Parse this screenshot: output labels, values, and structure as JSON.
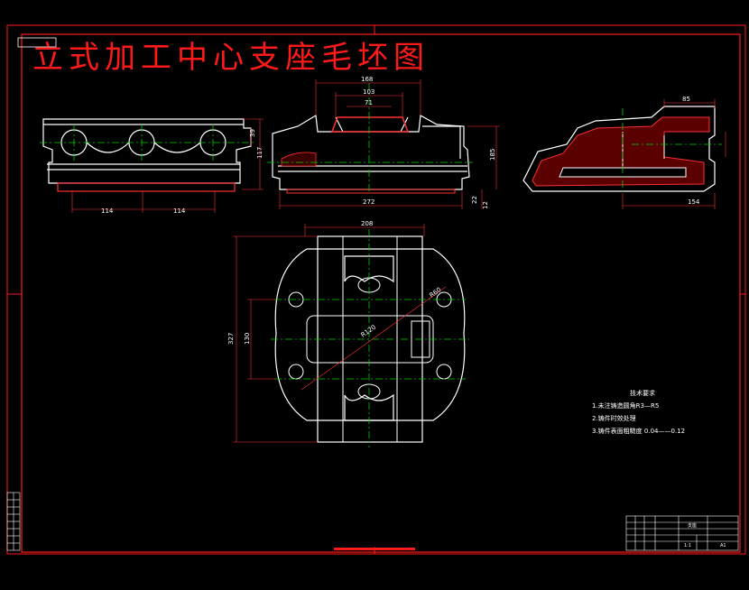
{
  "drawing": {
    "title": "立式加工中心支座毛坯图"
  },
  "dimensions": {
    "view_right_top_width": "168",
    "view_right_mid_width": "103",
    "view_right_inner_width": "71",
    "view_right_base_width": "272",
    "view_right_height_a": "185",
    "view_right_height_b": "22",
    "view_right_height_c": "12",
    "view_left_half_a": "114",
    "view_left_half_b": "114",
    "view_left_height_a": "117",
    "view_left_height_b": "39",
    "view_section_top": "85",
    "view_section_base": "154",
    "plan_width": "208",
    "plan_height_outer": "327",
    "plan_height_inner": "130",
    "plan_diag": "R120",
    "plan_diag_b": "R60"
  },
  "notes": {
    "heading": "技术要求",
    "line1": "1.未注铸造圆角R3—R5",
    "line2": "2.铸件时效处理",
    "line3": "3.铸件表面粗糙度 0.04——0.12"
  },
  "title_block": {
    "name": "支座",
    "scale": "1:1",
    "sheet": "A1"
  },
  "colors": {
    "border": "#ff1a1a",
    "outline": "#ffffff",
    "center_line": "#00d000",
    "section": "#ff3030",
    "dimension": "#ff3030"
  }
}
